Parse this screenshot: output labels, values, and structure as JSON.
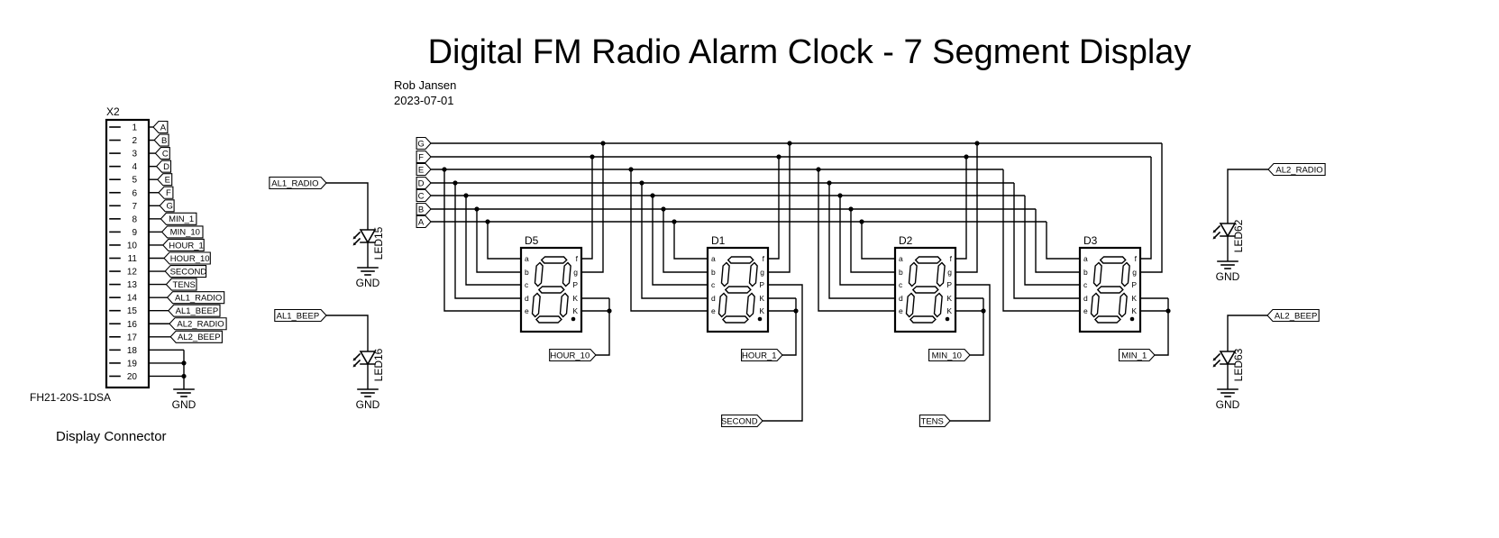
{
  "title": "Digital FM Radio Alarm Clock - 7 Segment Display",
  "author": "Rob Jansen",
  "date": "2023-07-01",
  "gnd_label": "GND",
  "connector": {
    "designator": "X2",
    "part_number": "FH21-20S-1DSA",
    "caption": "Display Connector",
    "pins": [
      {
        "number": "1",
        "signal": "A"
      },
      {
        "number": "2",
        "signal": "B"
      },
      {
        "number": "3",
        "signal": "C"
      },
      {
        "number": "4",
        "signal": "D"
      },
      {
        "number": "5",
        "signal": "E"
      },
      {
        "number": "6",
        "signal": "F"
      },
      {
        "number": "7",
        "signal": "G"
      },
      {
        "number": "8",
        "signal": "MIN_1"
      },
      {
        "number": "9",
        "signal": "MIN_10"
      },
      {
        "number": "10",
        "signal": "HOUR_1"
      },
      {
        "number": "11",
        "signal": "HOUR_10"
      },
      {
        "number": "12",
        "signal": "SECOND"
      },
      {
        "number": "13",
        "signal": "TENS"
      },
      {
        "number": "14",
        "signal": "AL1_RADIO"
      },
      {
        "number": "15",
        "signal": "AL1_BEEP"
      },
      {
        "number": "16",
        "signal": "AL2_RADIO"
      },
      {
        "number": "17",
        "signal": "AL2_BEEP"
      },
      {
        "number": "18",
        "signal": ""
      },
      {
        "number": "19",
        "signal": ""
      },
      {
        "number": "20",
        "signal": ""
      }
    ]
  },
  "bus_labels": [
    "G",
    "F",
    "E",
    "D",
    "C",
    "B",
    "A"
  ],
  "displays": [
    {
      "ref": "D5",
      "pins_left": [
        "a",
        "b",
        "c",
        "d",
        "e"
      ],
      "pins_right": [
        "f",
        "g",
        "P",
        "K",
        "K"
      ],
      "bottom_flag": "HOUR_10",
      "dp_flag": ""
    },
    {
      "ref": "D1",
      "pins_left": [
        "a",
        "b",
        "c",
        "d",
        "e"
      ],
      "pins_right": [
        "f",
        "g",
        "P",
        "K",
        "K"
      ],
      "bottom_flag": "HOUR_1",
      "dp_flag": "SECOND"
    },
    {
      "ref": "D2",
      "pins_left": [
        "a",
        "b",
        "c",
        "d",
        "e"
      ],
      "pins_right": [
        "f",
        "g",
        "P",
        "K",
        "K"
      ],
      "bottom_flag": "MIN_10",
      "dp_flag": "TENS"
    },
    {
      "ref": "D3",
      "pins_left": [
        "a",
        "b",
        "c",
        "d",
        "e"
      ],
      "pins_right": [
        "f",
        "g",
        "P",
        "K",
        "K"
      ],
      "bottom_flag": "MIN_1",
      "dp_flag": ""
    }
  ],
  "leds": [
    {
      "ref": "LED15",
      "signal": "AL1_RADIO"
    },
    {
      "ref": "LED16",
      "signal": "AL1_BEEP"
    },
    {
      "ref": "LED62",
      "signal": "AL2_RADIO"
    },
    {
      "ref": "LED63",
      "signal": "AL2_BEEP"
    }
  ]
}
